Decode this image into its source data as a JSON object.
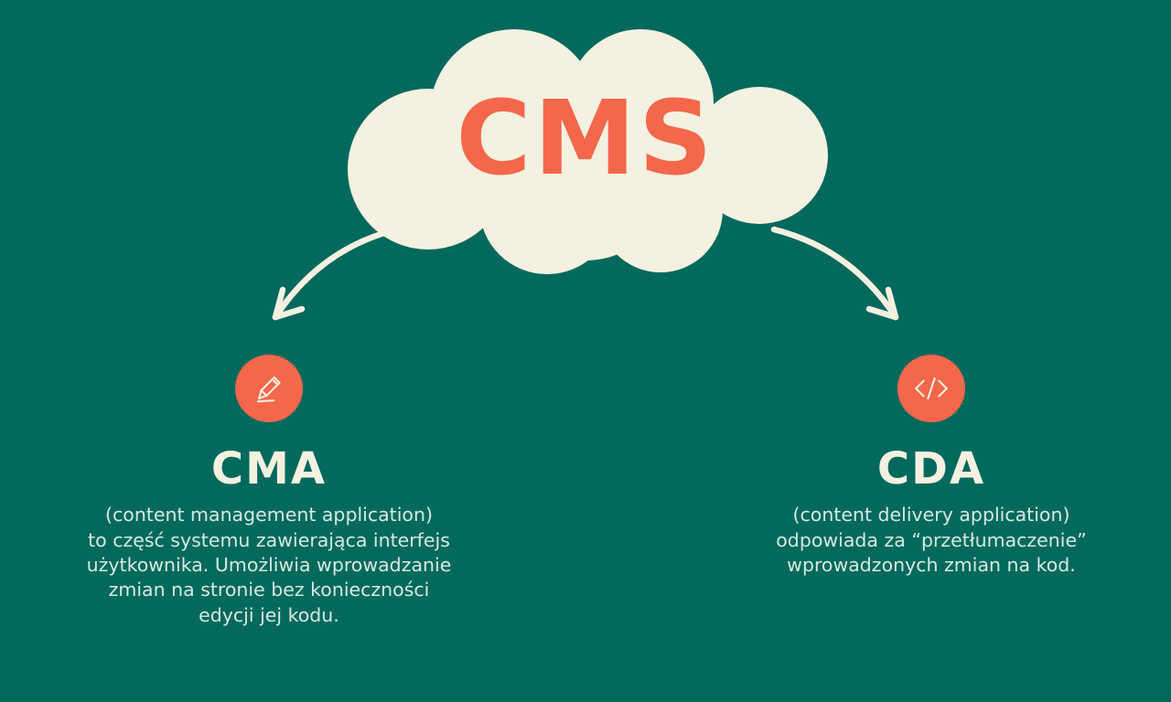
{
  "palette": {
    "background": "#03695d",
    "cream": "#f4f1e1",
    "orange": "#f4674b",
    "body_text": "#d7e9e1"
  },
  "cloud": {
    "label": "CMS"
  },
  "left": {
    "icon": "pencil-icon",
    "title": "CMA",
    "description": "(content management application)\nto część systemu zawierająca interfejs\nużytkownika. Umożliwia wprowadzanie\nzmian na stronie bez konieczności\nedycji jej kodu."
  },
  "right": {
    "icon": "code-icon",
    "title": "CDA",
    "description": "(content delivery application)\nodpowiada za “przetłumaczenie”\nwprowadzonych zmian na kod."
  }
}
